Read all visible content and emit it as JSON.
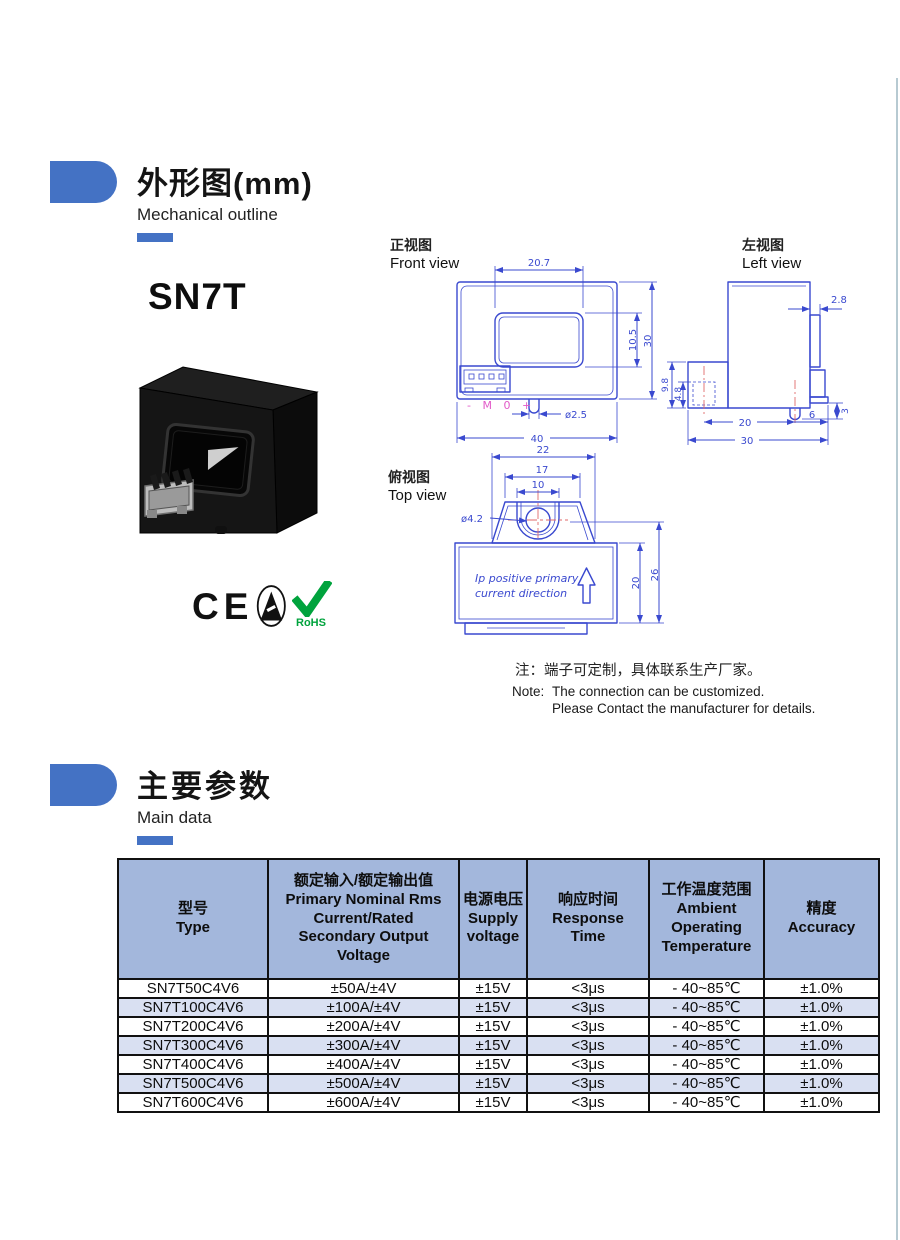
{
  "page": {
    "model": "SN7T"
  },
  "sections": {
    "outline": {
      "title_zh": "外形图(mm)",
      "title_en": "Mechanical outline"
    },
    "main": {
      "title_zh": "主要参数",
      "title_en": "Main data"
    }
  },
  "marks": {
    "ce": "CE",
    "rohs": "RoHS"
  },
  "drawings": {
    "front": {
      "label_zh": "正视图",
      "label_en": "Front view",
      "dim_window_width": "20.7",
      "dim_height": "30",
      "dim_window_height": "10.5",
      "dim_width": "40",
      "dim_pin_dia": "ø2.5",
      "pin_labels": "- M 0 +"
    },
    "left": {
      "label_zh": "左视图",
      "label_en": "Left view",
      "dim_tab": "2.8",
      "dim_foot_height": "9.8",
      "dim_hole_height": "4.8",
      "dim_pin_spacing": "20",
      "dim_pin_offset": "6",
      "dim_depth": "30",
      "dim_pin_len": "3"
    },
    "top": {
      "label_zh": "俯视图",
      "label_en": "Top view",
      "dim_boss_base": "22",
      "dim_boss_top": "17",
      "dim_slot": "10",
      "dim_hole_dia": "ø4.2",
      "dim_body": "20",
      "dim_total": "26",
      "note_line1": "Ip positive primary",
      "note_line2": "current direction"
    }
  },
  "note": {
    "zh": "注：端子可定制，具体联系生产厂家。",
    "label": "Note:",
    "line1": "The connection can be customized.",
    "line2": "Please Contact the manufacturer for details."
  },
  "table": {
    "header": {
      "type_zh": "型号",
      "type_en": "Type",
      "primary_zh": "额定输入/额定输出值",
      "primary_en1": "Primary Nominal Rms",
      "primary_en2": "Current/Rated",
      "primary_en3": "Secondary Output",
      "primary_en4": "Voltage",
      "supply_zh": "电源电压",
      "supply_en1": "Supply",
      "supply_en2": "voltage",
      "response_zh": "响应时间",
      "response_en1": "Response",
      "response_en2": "Time",
      "temp_zh": "工作温度范围",
      "temp_en1": "Ambient",
      "temp_en2": "Operating",
      "temp_en3": "Temperature",
      "accuracy_zh": "精度",
      "accuracy_en": "Accuracy"
    },
    "rows": [
      [
        "SN7T50C4V6",
        "±50A/±4V",
        "±15V",
        "<3μs",
        "- 40~85℃",
        "±1.0%"
      ],
      [
        "SN7T100C4V6",
        "±100A/±4V",
        "±15V",
        "<3μs",
        "- 40~85℃",
        "±1.0%"
      ],
      [
        "SN7T200C4V6",
        "±200A/±4V",
        "±15V",
        "<3μs",
        "- 40~85℃",
        "±1.0%"
      ],
      [
        "SN7T300C4V6",
        "±300A/±4V",
        "±15V",
        "<3μs",
        "- 40~85℃",
        "±1.0%"
      ],
      [
        "SN7T400C4V6",
        "±400A/±4V",
        "±15V",
        "<3μs",
        "- 40~85℃",
        "±1.0%"
      ],
      [
        "SN7T500C4V6",
        "±500A/±4V",
        "±15V",
        "<3μs",
        "- 40~85℃",
        "±1.0%"
      ],
      [
        "SN7T600C4V6",
        "±600A/±4V",
        "±15V",
        "<3μs",
        "- 40~85℃",
        "±1.0%"
      ]
    ]
  },
  "colors": {
    "accent": "#4472c4",
    "drawing_line": "#3a49cf",
    "centerline_red": "#e06a6a",
    "pin_label_magenta": "#e25ac8",
    "table_header_bg": "#a3b7dc",
    "table_row_alt": "#d9e0f2",
    "rohs_green": "#00a33d"
  }
}
